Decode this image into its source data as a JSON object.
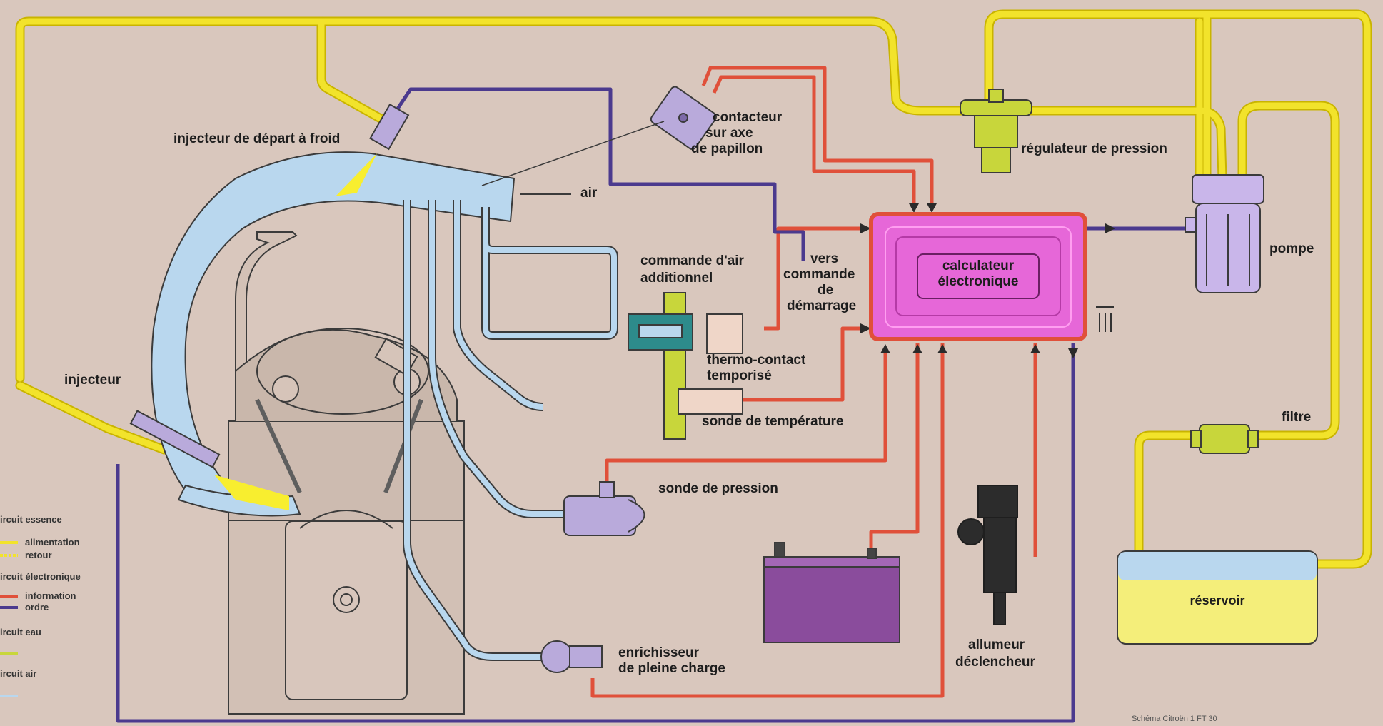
{
  "colors": {
    "background": "#d9c7bd",
    "essence": "#f2e32b",
    "information": "#e0503a",
    "ordre": "#4b3a8e",
    "air": "#b9d7ee",
    "eau": "#c8d63b",
    "calculateur": "#e667d8",
    "reservoir_liquid": "#f4ee7a"
  },
  "labels": {
    "injecteur_depart": "injecteur de départ à froid",
    "contacteur_1": "contacteur",
    "contacteur_2": "sur axe",
    "contacteur_3": "de papillon",
    "air": "air",
    "regulateur": "régulateur de pression",
    "calculateur_1": "calculateur",
    "calculateur_2": "électronique",
    "pompe": "pompe",
    "commande_air_1": "commande d'air",
    "commande_air_2": "additionnel",
    "vers_1": "vers",
    "vers_2": "commande",
    "vers_3": "de",
    "vers_4": "démarrage",
    "thermo_1": "thermo-contact",
    "thermo_2": "temporisé",
    "sonde_temp": "sonde de température",
    "injecteur": "injecteur",
    "filtre": "filtre",
    "sonde_pression": "sonde de pression",
    "reservoir": "réservoir",
    "allumeur_1": "allumeur",
    "allumeur_2": "déclencheur",
    "enrichisseur_1": "enrichisseur",
    "enrichisseur_2": "de pleine charge",
    "caption": "Schéma Citroën 1 FT 30"
  },
  "legend": {
    "circuit_essence": "ircuit essence",
    "alimentation": "alimentation",
    "retour": "retour",
    "circuit_electronique": "ircuit électronique",
    "information": "information",
    "ordre": "ordre",
    "circuit_eau": "ircuit eau",
    "circuit_air": "ircuit air"
  }
}
